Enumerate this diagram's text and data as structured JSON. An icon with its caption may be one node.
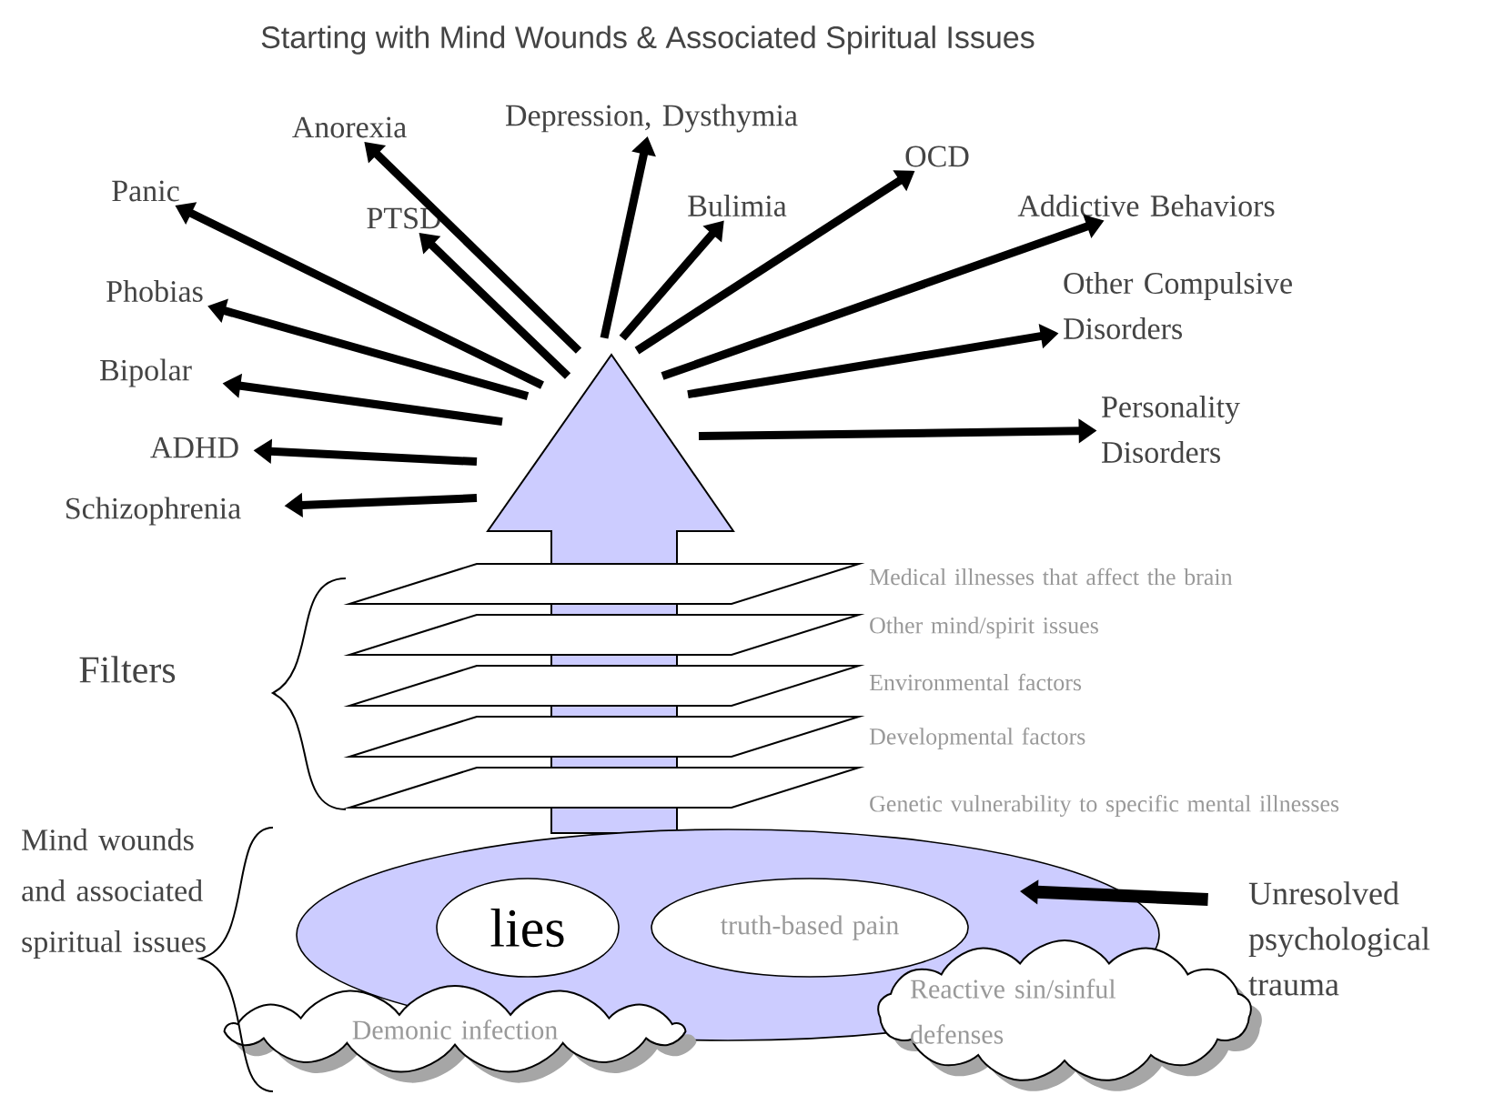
{
  "diagram": {
    "title": "Starting with Mind Wounds & Associated Spiritual Issues",
    "nodes": [
      {
        "text": [],
        "shape": "arrow"
      },
      {
        "text": [
          "Anorexia"
        ]
      },
      {
        "text": [
          "Depression, Dysthymia"
        ]
      },
      {
        "text": [
          "OCD"
        ]
      },
      {
        "text": [
          "Panic"
        ]
      },
      {
        "text": [
          "Addictive Behaviors"
        ]
      },
      {
        "text": [
          "Bulimia"
        ]
      },
      {
        "text": [
          "PTSD"
        ]
      },
      {
        "text": [
          "Phobias"
        ]
      },
      {
        "text": [
          "Other Compulsive Disorders"
        ]
      },
      {
        "text": [
          "Bipolar"
        ]
      },
      {
        "text": [
          "Personality Disorders"
        ]
      },
      {
        "text": [
          "ADHD"
        ]
      },
      {
        "text": [
          "Schizophrenia"
        ]
      },
      {
        "text": [],
        "shape": "parallelogram",
        "beside": [
          "Medical illnesses that affect the brain"
        ]
      },
      {
        "text": [],
        "shape": "parallelogram",
        "beside": [
          "Other mind/spirit issues"
        ]
      },
      {
        "text": [],
        "shape": "parallelogram",
        "beside": [
          "Environmental factors"
        ]
      },
      {
        "text": [],
        "shape": "parallelogram",
        "beside": [
          "Developmental factors"
        ]
      },
      {
        "text": [],
        "shape": "parallelogram",
        "beside": [
          "Genetic vulnerability to specific mental illnesses"
        ]
      },
      {
        "text": [],
        "shape": "ellipse"
      },
      {
        "text": [
          "lies"
        ],
        "in": 19
      },
      {
        "text": [
          "truth-based pain"
        ],
        "in": 19
      },
      {
        "text": [
          "Demonic infection"
        ]
      },
      {
        "text": [
          "Reactive sin/sinful defenses"
        ]
      },
      {
        "text": [
          "Unresolved psychological trauma"
        ]
      }
    ],
    "edges": [
      {
        "from": 0,
        "to": 1,
        "arrow": "to"
      },
      {
        "from": 0,
        "to": 2,
        "arrow": "to"
      },
      {
        "from": 0,
        "to": 3,
        "arrow": "to"
      },
      {
        "from": 0,
        "to": 4,
        "arrow": "to"
      },
      {
        "from": 0,
        "to": 5,
        "arrow": "to"
      },
      {
        "from": 0,
        "to": 6,
        "arrow": "to"
      },
      {
        "from": 0,
        "to": 7,
        "arrow": "to"
      },
      {
        "from": 0,
        "to": 8,
        "arrow": "to"
      },
      {
        "from": 0,
        "to": 9,
        "arrow": "to"
      },
      {
        "from": 0,
        "to": 10,
        "arrow": "to"
      },
      {
        "from": 0,
        "to": 11,
        "arrow": "to"
      },
      {
        "from": 0,
        "to": 12,
        "arrow": "to"
      },
      {
        "from": 0,
        "to": 13,
        "arrow": "to"
      },
      {
        "from": 24,
        "to": 19,
        "arrow": "to"
      }
    ],
    "labels": [
      "Filters",
      "Mind wounds and associated spiritual issues"
    ]
  }
}
